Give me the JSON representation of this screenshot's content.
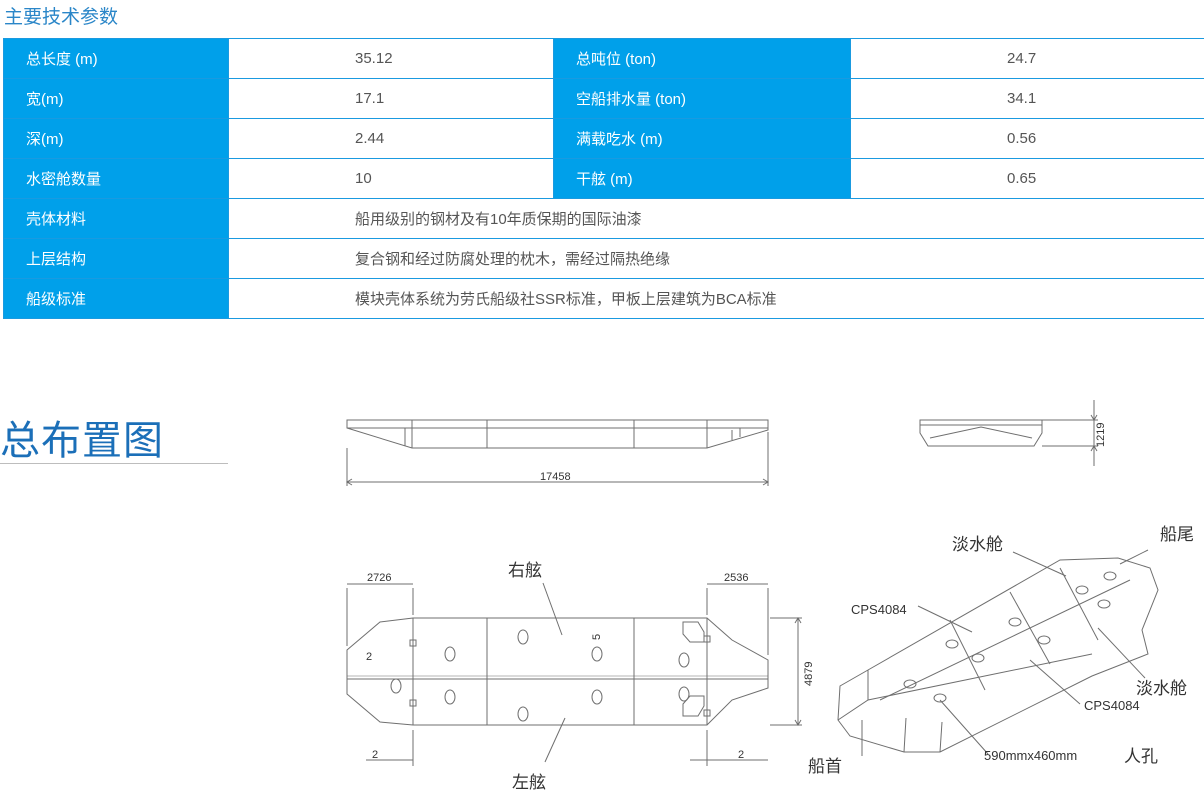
{
  "section_title": "主要技术参数",
  "specs": {
    "rows": [
      {
        "label": "总长度 (m)",
        "value": "35.12",
        "label2": "总吨位 (ton)",
        "value2": "24.7"
      },
      {
        "label": "宽(m)",
        "value": "17.1",
        "label2": "空船排水量 (ton)",
        "value2": "34.1"
      },
      {
        "label": "深(m)",
        "value": "2.44",
        "label2": "满载吃水 (m)",
        "value2": "0.56"
      },
      {
        "label": "水密舱数量",
        "value": "10",
        "label2": "干舷 (m)",
        "value2": "0.65"
      }
    ],
    "wide_rows": [
      {
        "label": "壳体材料",
        "value": "船用级别的钢材及有10年质保期的国际油漆"
      },
      {
        "label": "上层结构",
        "value": "复合钢和经过防腐处理的枕木，需经过隔热绝缘"
      },
      {
        "label": "船级标准",
        "value": "模块壳体系统为劳氏船级社SSR标准，甲板上层建筑为BCA标准"
      }
    ]
  },
  "general": {
    "title": "总布置图",
    "dims": {
      "length": "17458",
      "height": "1219",
      "bow_len": "2726",
      "stern_len": "2536",
      "beam": "4879",
      "two_a": "2",
      "two_b": "2",
      "two_c": "2",
      "five": "5"
    },
    "labels": {
      "starboard": "右舷",
      "port": "左舷",
      "fresh_water_1": "淡水舱",
      "fresh_water_2": "淡水舱",
      "stern": "船尾",
      "bow": "船首",
      "cps_1": "CPS4084",
      "cps_2": "CPS4084",
      "manhole_size": "590mmx460mm",
      "manhole": "人孔"
    },
    "colors": {
      "line": "#6f6f6f",
      "text": "#333333"
    }
  }
}
